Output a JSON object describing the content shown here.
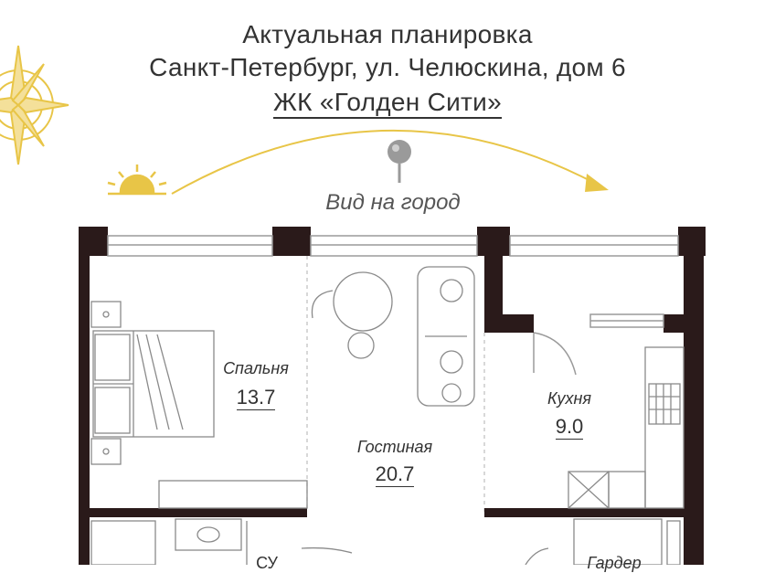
{
  "header": {
    "line1": "Актуальная планировка",
    "line2": "Санкт-Петербург, ул. Челюскина, дом 6",
    "line3": "ЖК «Голден Сити»"
  },
  "view_label": "Вид на город",
  "rooms": {
    "bedroom": {
      "name": "Спальня",
      "area": "13.7"
    },
    "living": {
      "name": "Гостиная",
      "area": "20.7"
    },
    "kitchen": {
      "name": "Кухня",
      "area": "9.0"
    },
    "wc": {
      "name": "СУ"
    },
    "hall": {
      "name": "Гардер"
    }
  },
  "colors": {
    "accent": "#e8c547",
    "wall": "#2a1a1a",
    "line": "#9a9a9a"
  },
  "icons": [
    "compass-icon",
    "sun-icon",
    "location-pin-icon",
    "arrow-icon"
  ]
}
